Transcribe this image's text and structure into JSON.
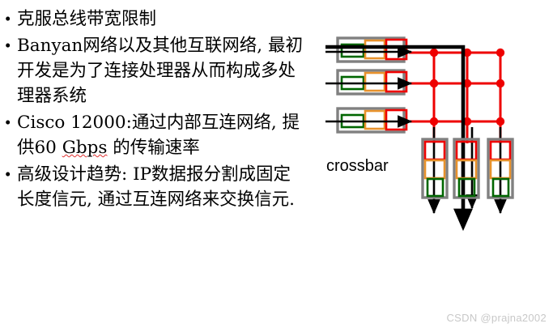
{
  "slide": {
    "bullets": [
      {
        "id": "bullet-1",
        "text": "克服总线带宽限制"
      },
      {
        "id": "bullet-2",
        "text": "Banyan网络以及其他互联网络, 最初开发是为了连接处理器从而构成多处理器系统"
      },
      {
        "id": "bullet-3",
        "text": "Cisco 12000:通过内部互连网络, 提供60 Gbps 的传输速率",
        "misspelled_word": "Gbps"
      },
      {
        "id": "bullet-4",
        "text": "高级设计趋势: IP数据报分割成固定长度信元, 通过互连网络来交换信元."
      }
    ],
    "bullet_marker": "•"
  },
  "diagram": {
    "label": "crossbar",
    "colors": {
      "frame": "#808080",
      "cell_red": "#ee0000",
      "cell_orange": "#e8922c",
      "cell_green": "#006600",
      "fabric_line": "#ee0000",
      "fabric_node": "#ee0000",
      "path_active": "#000000",
      "arrow": "#000000"
    },
    "input_queues": [
      {
        "name": "input-queue-1",
        "cells": [
          "green",
          "orange",
          "red"
        ],
        "active": true
      },
      {
        "name": "input-queue-2",
        "cells": [
          "green",
          "orange",
          "red"
        ],
        "active": false
      },
      {
        "name": "input-queue-3",
        "cells": [
          "green",
          "orange",
          "red"
        ],
        "active": false
      }
    ],
    "output_queues": [
      {
        "name": "output-queue-1",
        "cells": [
          "red",
          "orange",
          "green"
        ],
        "active": false
      },
      {
        "name": "output-queue-2",
        "cells": [
          "red",
          "orange",
          "green"
        ],
        "active": true
      },
      {
        "name": "output-queue-3",
        "cells": [
          "red",
          "orange",
          "green"
        ],
        "active": false
      }
    ],
    "grid": {
      "rows": 3,
      "cols": 3
    }
  },
  "watermark": {
    "text": "CSDN @prajna2002"
  }
}
